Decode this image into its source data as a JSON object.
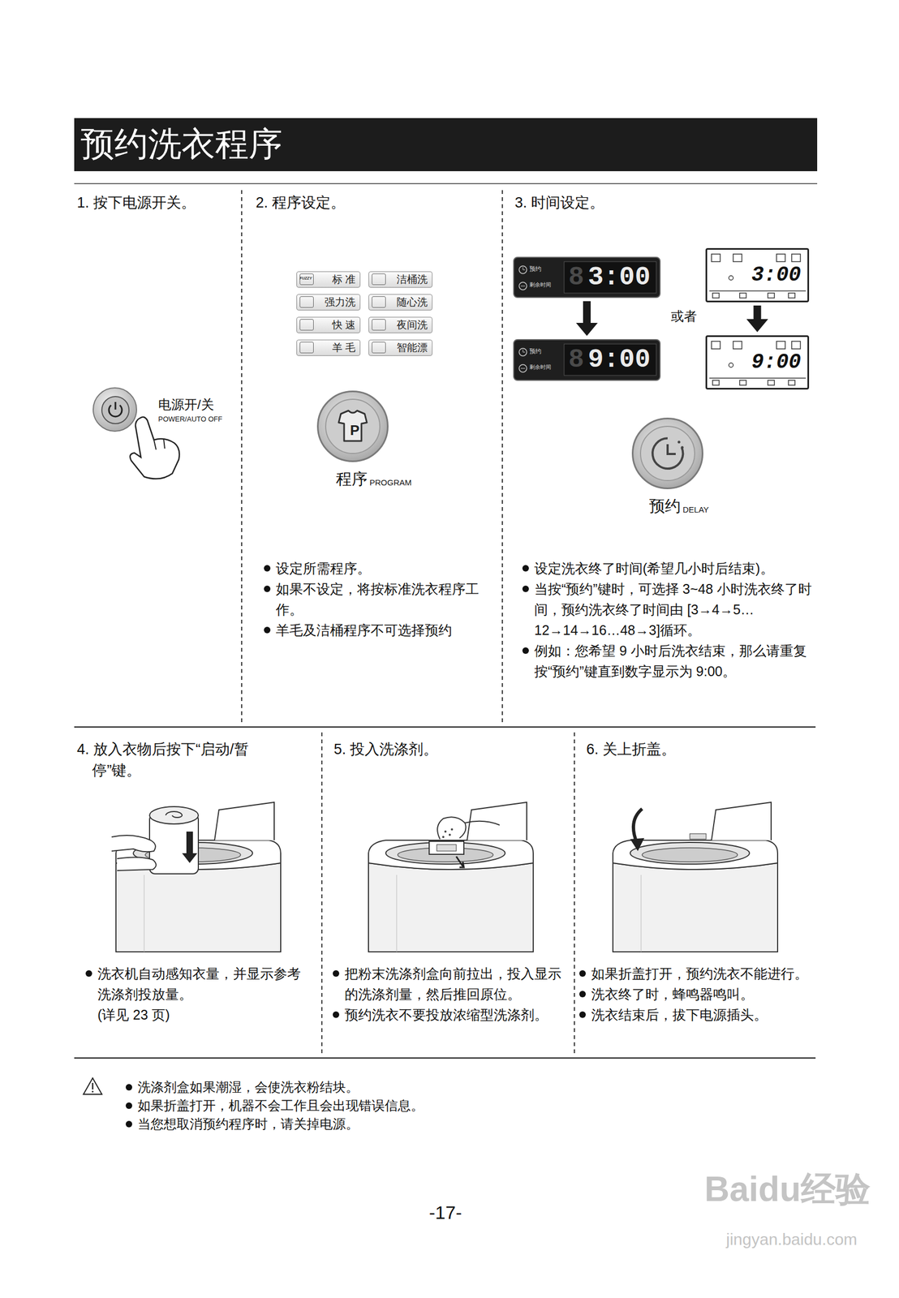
{
  "diagram": {
    "title": "预约洗衣程序",
    "nodes": [
      {
        "text": [
          "电源开/关",
          "POWER/AUTO OFF"
        ]
      },
      {
        "text": [
          "FUZZY",
          "标 准"
        ]
      },
      {
        "text": [
          "洁桶洗"
        ]
      },
      {
        "text": [
          "强力洗"
        ]
      },
      {
        "text": [
          "随心洗"
        ]
      },
      {
        "text": [
          "快 速"
        ]
      },
      {
        "text": [
          "夜间洗"
        ]
      },
      {
        "text": [
          "羊 毛"
        ]
      },
      {
        "text": [
          "智能漂"
        ]
      },
      {
        "text": [
          "P",
          "程序",
          "PROGRAM"
        ]
      },
      {
        "text": [
          "预约",
          "剩余时间",
          "8",
          "3:00"
        ]
      },
      {
        "text": [
          "3:00"
        ]
      },
      {
        "text": [
          "预约",
          "剩余时间",
          "8",
          "9:00"
        ]
      },
      {
        "text": [
          "9:00"
        ]
      },
      {
        "text": [
          "预约",
          "DELAY"
        ]
      }
    ],
    "edges": [
      {
        "from": 10,
        "to": 12,
        "arrow": "to"
      },
      {
        "from": 11,
        "to": 13,
        "arrow": "to"
      }
    ],
    "labels": [
      "1. 按下电源开关。",
      "2. 程序设定。",
      "3. 时间设定。",
      "设定所需程序。",
      "如果不设定，将按标准洗衣程序工作。",
      "羊毛及洁桶程序不可选择预约",
      "设定洗衣终了时间(希望几小时后结束)。",
      "当按“预约”键时，可选择 3~48 小时洗衣终了时间，预约洗衣终了时间由 [3→4→5…12→14→16…48→3]循环。",
      "例如：您希望 9 小时后洗衣结束，那么请重复按“预约”键直到数字显示为 9:00。",
      "或者",
      "4. 放入衣物后按下“启动/暂停”键。",
      "5. 投入洗涤剂。",
      "6. 关上折盖。",
      "洗衣机自动感知衣量，并显示参考洗涤剂投放量。",
      "(详见 23 页)",
      "把粉末洗涤剂盒向前拉出，投入显示的洗涤剂量，然后推回原位。",
      "预约洗衣不要投放浓缩型洗涤剂。",
      "如果折盖打开，预约洗衣不能进行。",
      "洗衣终了时，蜂鸣器鸣叫。",
      "洗衣结束后，拔下电源插头。",
      "洗涤剂盒如果潮湿，会使洗衣粉结块。",
      "如果折盖打开，机器不会工作且会出现错误信息。",
      "当您想取消预约程序时，请关掉电源。",
      "-17-",
      "Baidu经验",
      "jingyan.baidu.com"
    ]
  }
}
